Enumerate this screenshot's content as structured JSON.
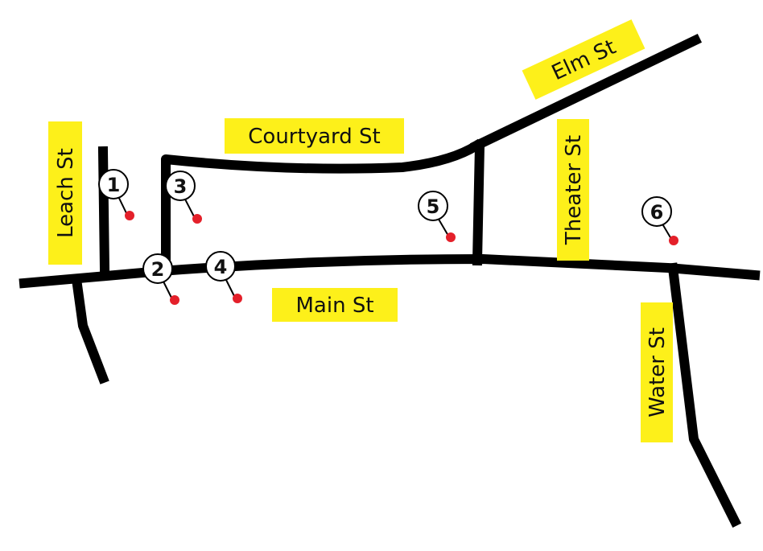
{
  "map": {
    "colors": {
      "road": "#000000",
      "label_bg": "#fdf01a",
      "label_text": "#111111",
      "pin": "#e4202a",
      "marker_fill": "#ffffff",
      "marker_stroke": "#000000"
    },
    "streets": {
      "leach": "Leach St",
      "courtyard": "Courtyard St",
      "elm": "Elm St",
      "theater": "Theater St",
      "main": "Main St",
      "water": "Water St"
    },
    "markers": [
      "1",
      "2",
      "3",
      "4",
      "5",
      "6"
    ]
  }
}
